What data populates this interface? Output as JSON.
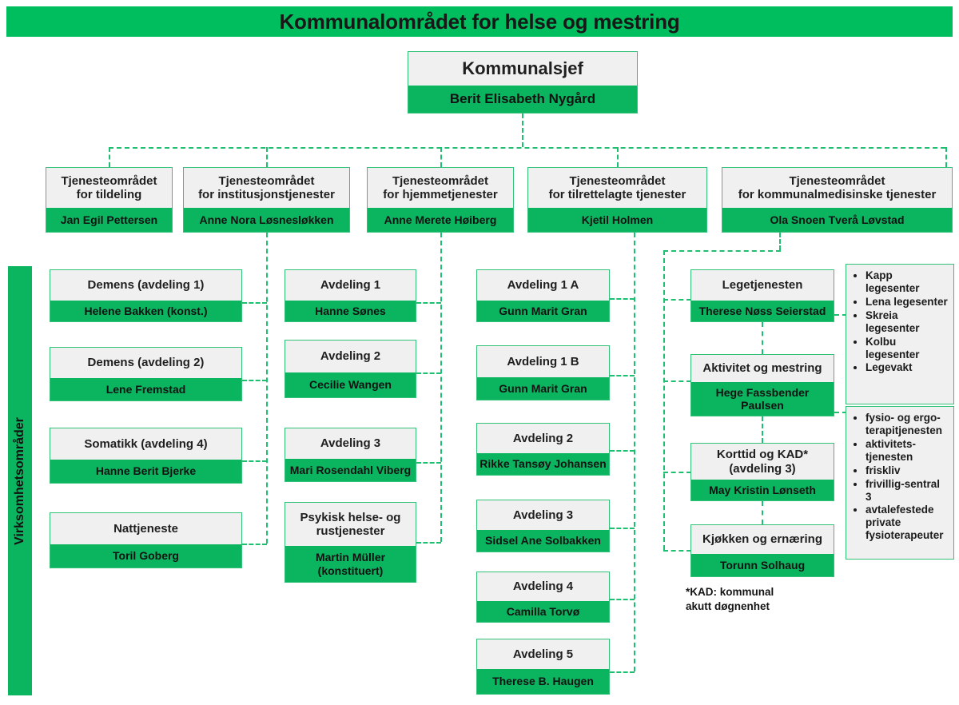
{
  "banner": {
    "title": "Kommunalområdet for helse og mestring"
  },
  "sidebar": {
    "label": "Virksomhetsområder"
  },
  "top": {
    "title": "Kommunalsjef",
    "person": "Berit Elisabeth Nygård"
  },
  "departments": [
    {
      "title": "Tjenesteområdet\nfor tildeling",
      "title_l1": "Tjenesteområdet",
      "title_l2": "for tildeling",
      "person": "Jan Egil Pettersen"
    },
    {
      "title_l1": "Tjenesteområdet",
      "title_l2": "for institusjonstjenester",
      "person": "Anne Nora Løsnesløkken"
    },
    {
      "title_l1": "Tjenesteområdet",
      "title_l2": "for hjemmetjenester",
      "person": "Anne Merete Høiberg"
    },
    {
      "title_l1": "Tjenesteområdet",
      "title_l2": "for tilrettelagte tjenester",
      "person": "Kjetil Holmen"
    },
    {
      "title_l1": "Tjenesteområdet",
      "title_l2": "for kommunalmedisinske tjenester",
      "person": "Ola Snoen Tverå Løvstad"
    }
  ],
  "col_tildeling": [
    {
      "title": "Demens (avdeling 1)",
      "person": "Helene Bakken (konst.)"
    },
    {
      "title": "Demens (avdeling 2)",
      "person": "Lene Fremstad"
    },
    {
      "title": "Somatikk (avdeling 4)",
      "person": "Hanne Berit Bjerke"
    },
    {
      "title": "Nattjeneste",
      "person": "Toril Goberg"
    }
  ],
  "col_institusjon": [
    {
      "title": "Avdeling 1",
      "person": "Hanne Sønes"
    },
    {
      "title": "Avdeling 2",
      "person": "Cecilie Wangen"
    },
    {
      "title": "Avdeling 3",
      "person": "Mari Rosendahl Viberg"
    },
    {
      "title_l1": "Psykisk helse- og",
      "title_l2": "rustjenester",
      "person_l1": "Martin Müller",
      "person_l2": "(konstituert)"
    }
  ],
  "col_hjemme": [
    {
      "title": "Avdeling 1 A",
      "person": "Gunn Marit Gran"
    },
    {
      "title": "Avdeling 1 B",
      "person": "Gunn Marit Gran"
    },
    {
      "title": "Avdeling 2",
      "person": "Rikke Tansøy Johansen"
    },
    {
      "title": "Avdeling 3",
      "person": "Sidsel Ane Solbakken"
    },
    {
      "title": "Avdeling 4",
      "person": "Camilla Torvø"
    },
    {
      "title": "Avdeling 5",
      "person": "Therese B. Haugen"
    }
  ],
  "col_kommunalmed": [
    {
      "title": "Legetjenesten",
      "person": "Therese Nøss Seierstad"
    },
    {
      "title": "Aktivitet og mestring",
      "person_l1": "Hege Fassbender",
      "person_l2": "Paulsen"
    },
    {
      "title_l1": "Korttid og KAD*",
      "title_l2": "(avdeling 3)",
      "person": "May Kristin Lønseth"
    },
    {
      "title": "Kjøkken og ernæring",
      "person": "Torunn Solhaug"
    }
  ],
  "list_legesentre": [
    "Kapp legesenter",
    "Lena legesenter",
    "Skreia legesenter",
    "Kolbu legesenter",
    "Legevakt"
  ],
  "list_aktivitet": [
    "fysio- og ergo-terapitjenesten",
    "aktivitets-tjenesten",
    "friskliv",
    "frivillig-sentral 3",
    "avtalefestede private fysioterapeuter"
  ],
  "footnote": {
    "line1": "*KAD: kommunal",
    "line2": "akutt døgnenhet"
  },
  "colors": {
    "brand_green": "#00bd5e",
    "box_green": "#0bb45f",
    "box_grey": "#f0f0f0",
    "line_green": "#1fbf72"
  }
}
